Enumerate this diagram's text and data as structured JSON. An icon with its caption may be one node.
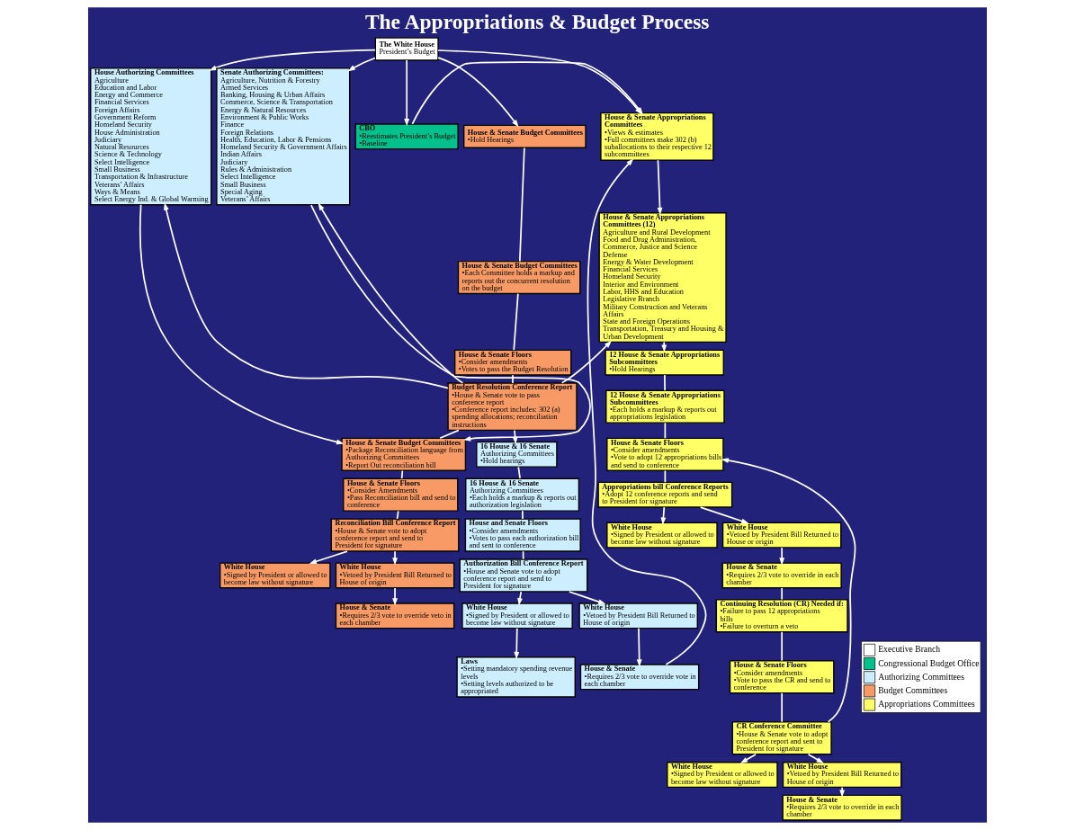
{
  "diagram": {
    "title": "The Appropriations & Budget Process",
    "nodes": [
      {
        "text": [
          "The White House",
          "President’s Budget"
        ]
      },
      {
        "text": [
          "House Authorizing Committees",
          "Agriculture",
          "Education and Labor",
          "Energy and Commerce",
          "Financial Services",
          "Foreign Affairs",
          "Government Reform",
          "Homeland Security",
          "House Administration",
          "Judiciary",
          "Natural Resources",
          "Science & Technology",
          "Select Intelligence",
          "Small Business",
          "Transportation & Infrastructure",
          "Veterans’ Affairs",
          "Ways & Means",
          "Select Energy Ind. & Global Warming"
        ]
      },
      {
        "text": [
          "Senate Authorizing Committees:",
          "Agriculture, Nutrition & Forestry",
          "Armed Services",
          "Banking, Housing & Urban Affairs",
          "Commerce, Science & Transportation",
          "Energy & Natural Resources",
          "Environment & Public Works",
          "Finance",
          "Foreign Relations",
          "Health, Education, Labor & Pensions",
          "Homeland Security & Government Affairs",
          "Indian Affairs",
          "Judiciary",
          "Rules & Administration",
          "Select Intelligence",
          "Small Business",
          "Special Aging",
          "Veterans’ Affairs"
        ]
      },
      {
        "text": [
          "CBO",
          "•Reestimates President’s Budget",
          "•Baseline"
        ]
      },
      {
        "text": [
          "House & Senate Budget Committees",
          "•Hold Hearings"
        ]
      },
      {
        "text": [
          "House & Senate Budget Committees",
          "•Each Committee holds a markup and reports out the concurrent resolution on the budget"
        ]
      },
      {
        "text": [
          "House & Senate Floors",
          "•Consider amendments",
          "•Votes to pass the Budget Resolution"
        ]
      },
      {
        "text": [
          "Budget Resolution Conference Report",
          "•House & Senate vote to pass conference report",
          "•Conference report includes: 302 (a) spending allocations; reconciliation instructions"
        ]
      },
      {
        "text": [
          "House & Senate Budget Committees",
          "•Package Reconciliation language from Authorizing Committees",
          "•Report Out reconciliation bill"
        ]
      },
      {
        "text": [
          "House & Senate Floors",
          "•Consider Amendments",
          "•Pass Reconciliation bill and send to conference"
        ]
      },
      {
        "text": [
          "Reconciliation Bill Conference Report",
          "•House & Senate vote to adopt conference report and send to President for signature"
        ]
      },
      {
        "text": [
          "White House",
          "•Signed by President or allowed to become law without signature"
        ]
      },
      {
        "text": [
          "White House",
          "•Vetoed by President Bill Returned to House of origin"
        ]
      },
      {
        "text": [
          "House & Senate",
          "•Requires 2/3 vote to override veto in each chamber"
        ]
      },
      {
        "text": [
          "16 House & 16 Senate",
          "Authorizing Committees",
          "•Hold hearings"
        ]
      },
      {
        "text": [
          "16 House & 16 Senate",
          "Authorizing Committees",
          "•Each holds a markup & reports out authorization legislation"
        ]
      },
      {
        "text": [
          "House and Senate Floors",
          "•Consider amendments",
          "•Votes to pass each authorization bill and sent to conference"
        ]
      },
      {
        "text": [
          "Authorization Bill Conference Report",
          "•House and Senate vote to adopt conference report and send to President for signature"
        ]
      },
      {
        "text": [
          "White House",
          "•Signed by President or allowed to become law without signature"
        ]
      },
      {
        "text": [
          "White House",
          "•Vetoed by President Bill Returned to House of origin"
        ]
      },
      {
        "text": [
          "Laws",
          "•Setting mandatory spending revenue levels",
          "•Setting levels authorized to be appropriated"
        ]
      },
      {
        "text": [
          "House & Senate",
          "•Requires 2/3 vote to override vote in each chamber"
        ]
      },
      {
        "text": [
          "House & Senate Appropriations Committees",
          "•Views & estimates",
          "•Full committees make 302 (b) suballocations to their respective 12 subcommittees"
        ]
      },
      {
        "text": [
          "House & Senate Appropriations Committees (12)",
          "Agriculture and Rural Development",
          "Food and Drug Administration,",
          "Commerce, Justice and Science",
          "Defense",
          "Energy & Water Development",
          "Financial Services",
          "Homeland Security",
          "Interior and Environment",
          "Labor, HHS and Education",
          "Legislative Branch",
          "Military Construction and Veterans Affairs",
          "State and Foreign Operations",
          "Transportation, Treasury and Housing & Urban Development"
        ]
      },
      {
        "text": [
          "12 House & Senate Appropriations Subcommittees",
          "•Hold Hearings"
        ]
      },
      {
        "text": [
          "12 House & Senate Appropriations Subcommittees",
          "•Each holds a markup & reports out appropriations legislation"
        ]
      },
      {
        "text": [
          "House & Senate Floors",
          "•Consider amendments",
          "•Vote to adopt 12 appropriations bills and send to conference"
        ]
      },
      {
        "text": [
          "Appropriations bill Conference Reports",
          "•Adopt 12 conference reports and send to President for signature"
        ]
      },
      {
        "text": [
          "White House",
          "•Signed by President or allowed to become law without signature"
        ]
      },
      {
        "text": [
          "White House",
          "•Vetoed by President Bill Returned to House or origin"
        ]
      },
      {
        "text": [
          "House & Senate",
          "•Requires 2/3 vote to override in each chamber"
        ]
      },
      {
        "text": [
          "Continuing Resolution (CR) Needed if:",
          "•Failure to pass 12 appropriations bills",
          "•Failure to overturn a veto"
        ]
      },
      {
        "text": [
          "House & Senate Floors",
          "•Consider amendments",
          "•Vote to pass the CR and send to conference"
        ]
      },
      {
        "text": [
          "CR Conference Committee",
          "•House & Senate vote to adopt conference report and sent to President for signature"
        ]
      },
      {
        "text": [
          "White House",
          "•Signed by President or allowed to become law without signature"
        ]
      },
      {
        "text": [
          "White House",
          "•Vetoed by President Bill Returned to House of origin"
        ]
      },
      {
        "text": [
          "House & Senate",
          "•Requires 2/3 vote to override in each chamber"
        ]
      }
    ],
    "edges": [
      {
        "from": 0,
        "to": 1,
        "arrow": "to"
      },
      {
        "from": 0,
        "to": 2,
        "arrow": "to"
      },
      {
        "from": 0,
        "to": 3,
        "arrow": "to"
      },
      {
        "from": 0,
        "to": 4,
        "arrow": "to"
      },
      {
        "from": 21,
        "to": 22,
        "arrow": "to"
      },
      {
        "from": 0,
        "to": 22,
        "arrow": "to"
      },
      {
        "from": 3,
        "to": 22,
        "arrow": "to"
      },
      {
        "from": 4,
        "to": 5,
        "arrow": "none"
      },
      {
        "from": 5,
        "to": 6,
        "arrow": "none"
      },
      {
        "from": 6,
        "to": 7,
        "arrow": "none"
      },
      {
        "from": 7,
        "to": 23,
        "arrow": "to"
      },
      {
        "from": 7,
        "to": 1,
        "arrow": "to"
      },
      {
        "from": 7,
        "to": 2,
        "arrow": "to"
      },
      {
        "from": 7,
        "to": 14,
        "arrow": "to"
      },
      {
        "from": 1,
        "to": 8,
        "arrow": "to"
      },
      {
        "from": 2,
        "to": 8,
        "arrow": "to"
      },
      {
        "from": 7,
        "to": 8,
        "arrow": "none"
      },
      {
        "from": 8,
        "to": 9,
        "arrow": "none"
      },
      {
        "from": 9,
        "to": 10,
        "arrow": "none"
      },
      {
        "from": 10,
        "to": 11,
        "arrow": "to"
      },
      {
        "from": 10,
        "to": 12,
        "arrow": "to"
      },
      {
        "from": 12,
        "to": 13,
        "arrow": "to"
      },
      {
        "from": 14,
        "to": 15,
        "arrow": "none"
      },
      {
        "from": 15,
        "to": 16,
        "arrow": "none"
      },
      {
        "from": 16,
        "to": 17,
        "arrow": "none"
      },
      {
        "from": 17,
        "to": 18,
        "arrow": "to"
      },
      {
        "from": 17,
        "to": 19,
        "arrow": "to"
      },
      {
        "from": 18,
        "to": 20,
        "arrow": "to"
      },
      {
        "from": 19,
        "to": 21,
        "arrow": "to"
      },
      {
        "from": 22,
        "to": 23,
        "arrow": "to"
      },
      {
        "from": 23,
        "to": 24,
        "arrow": "to"
      },
      {
        "from": 24,
        "to": 25,
        "arrow": "none"
      },
      {
        "from": 25,
        "to": 26,
        "arrow": "none"
      },
      {
        "from": 26,
        "to": 27,
        "arrow": "none"
      },
      {
        "from": 27,
        "to": 28,
        "arrow": "to"
      },
      {
        "from": 27,
        "to": 29,
        "arrow": "to"
      },
      {
        "from": 29,
        "to": 30,
        "arrow": "to"
      },
      {
        "from": 30,
        "to": 31,
        "arrow": "none"
      },
      {
        "from": 31,
        "to": 32,
        "arrow": "none"
      },
      {
        "from": 32,
        "to": 33,
        "arrow": "none"
      },
      {
        "from": 33,
        "to": 26,
        "arrow": "to"
      },
      {
        "from": 33,
        "to": 34,
        "arrow": "to"
      },
      {
        "from": 33,
        "to": 35,
        "arrow": "to"
      },
      {
        "from": 35,
        "to": 36,
        "arrow": "to"
      }
    ],
    "legend": [
      {
        "text": "Executive Branch",
        "color": "#ffffff"
      },
      {
        "text": "Congressional Budget Office",
        "color": "#00c08b"
      },
      {
        "text": "Authorizing Committees",
        "color": "#cceeff"
      },
      {
        "text": "Budget Committees",
        "color": "#f79a66"
      },
      {
        "text": "Appropriations Committees",
        "color": "#ffff66"
      }
    ]
  }
}
